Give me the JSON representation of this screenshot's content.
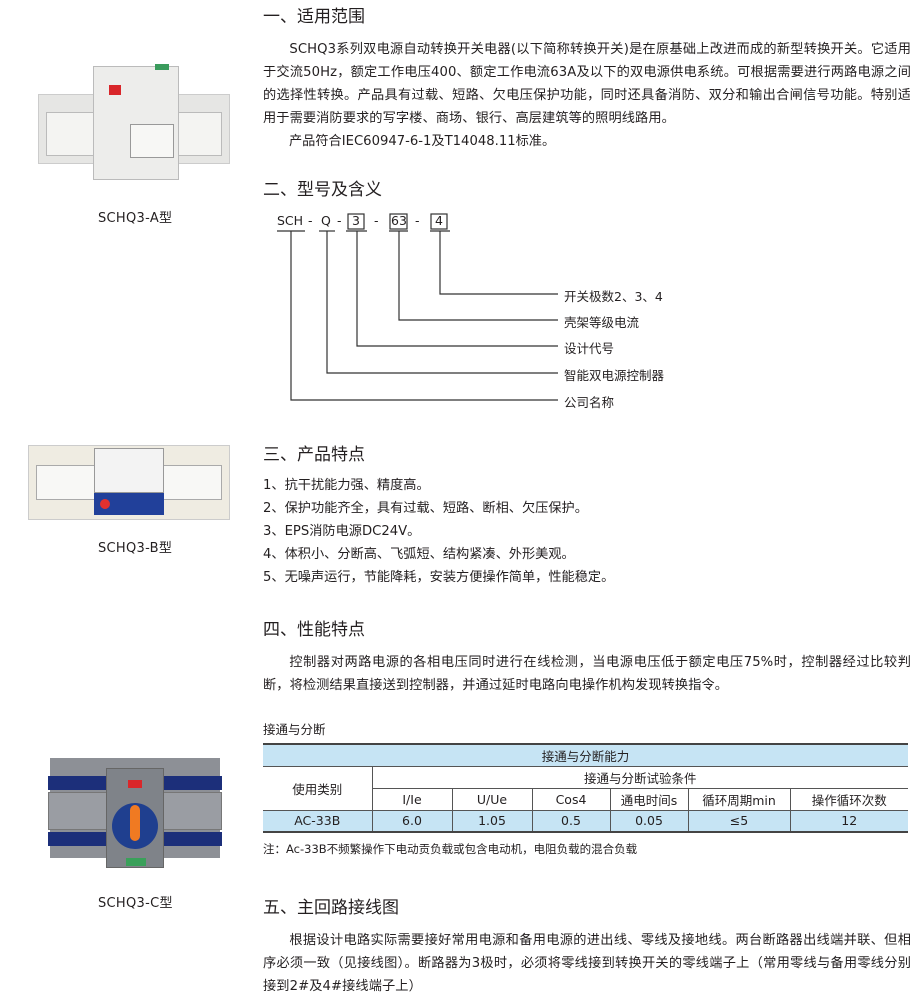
{
  "sections": {
    "s1": {
      "title": "一、适用范围",
      "paragraph": "SCHQ3系列双电源自动转换开关电器(以下简称转换开关)是在原基础上改进而成的新型转换开关。它适用于交流50Hz，额定工作电压400、额定工作电流63A及以下的双电源供电系统。可根据需要进行两路电源之间的选择性转换。产品具有过载、短路、欠电压保护功能，同时还具备消防、双分和输出合闸信号功能。特别适用于需要消防要求的写字楼、商场、银行、高层建筑等的照明线路用。",
      "standard": "产品符合IEC60947-6-1及T14048.11标准。"
    },
    "s2": {
      "title": "二、型号及含义",
      "code": {
        "p1": "SCH",
        "p2": "Q",
        "p3": "3",
        "p4": "63",
        "p5": "4",
        "sep": "-"
      },
      "meanings": [
        "开关极数2、3、4",
        "壳架等级电流",
        "设计代号",
        "智能双电源控制器",
        "公司名称"
      ]
    },
    "s3": {
      "title": "三、产品特点",
      "items": [
        "1、抗干扰能力强、精度高。",
        "2、保护功能齐全，具有过载、短路、断相、欠压保护。",
        "3、EPS消防电源DC24V。",
        "4、体积小、分断高、飞弧短、结构紧凑、外形美观。",
        "5、无噪声运行，节能降耗，安装方便操作简单，性能稳定。"
      ]
    },
    "s4": {
      "title": "四、性能特点",
      "paragraph": "控制器对两路电源的各相电压同时进行在线检测，当电源电压低于额定电压75%时，控制器经过比较判断，将检测结果直接送到控制器，并通过延时电路向电操作机构发现转换指令。",
      "table_label": "接通与分断",
      "table": {
        "title": "接通与分断能力",
        "category_header": "使用类别",
        "conditions_header": "接通与分断试验条件",
        "columns": [
          "I/Ie",
          "U/Ue",
          "Cos4",
          "通电时间s",
          "循环周期min",
          "操作循环次数"
        ],
        "row": {
          "category": "AC-33B",
          "values": [
            "6.0",
            "1.05",
            "0.5",
            "0.05",
            "≤5",
            "12"
          ]
        }
      },
      "note": "注：Ac-33B不频繁操作下电动贡负载或包含电动机，电阻负载的混合负载"
    },
    "s5": {
      "title": "五、主回路接线图",
      "paragraph": "根据设计电路实际需要接好常用电源和备用电源的进出线、零线及接地线。两台断路器出线端并联、但相序必须一致（见接线图）。断路器为3极时，必须将零线接到转换开关的零线端子上（常用零线与备用零线分别接到2#及4#接线端子上）"
    }
  },
  "products": [
    {
      "caption": "SCHQ3-A型"
    },
    {
      "caption": "SCHQ3-B型"
    },
    {
      "caption": "SCHQ3-C型"
    }
  ],
  "colors": {
    "table_blue": "#c6e4f4",
    "handle_blue": "#1f3f8f",
    "handle_orange": "#f07a22",
    "terminal_blue": "#1c2f7a"
  }
}
